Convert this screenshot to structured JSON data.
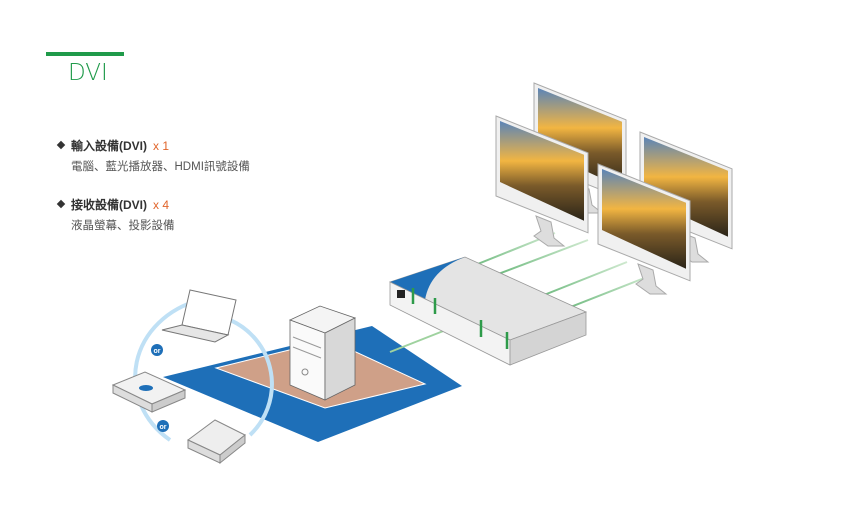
{
  "header": {
    "title": "DVI"
  },
  "items": [
    {
      "label": "輸入設備(DVI)",
      "qty": "x 1",
      "desc": "電腦、藍光播放器、HDMI訊號設備"
    },
    {
      "label": "接收設備(DVI)",
      "qty": "x 4",
      "desc": "液晶螢幕、投影設備"
    }
  ],
  "diagram": {
    "or_label": "or"
  },
  "colors": {
    "accent": "#1f9a4a",
    "qty": "#e0642a",
    "platform": "#1e6fb8"
  }
}
